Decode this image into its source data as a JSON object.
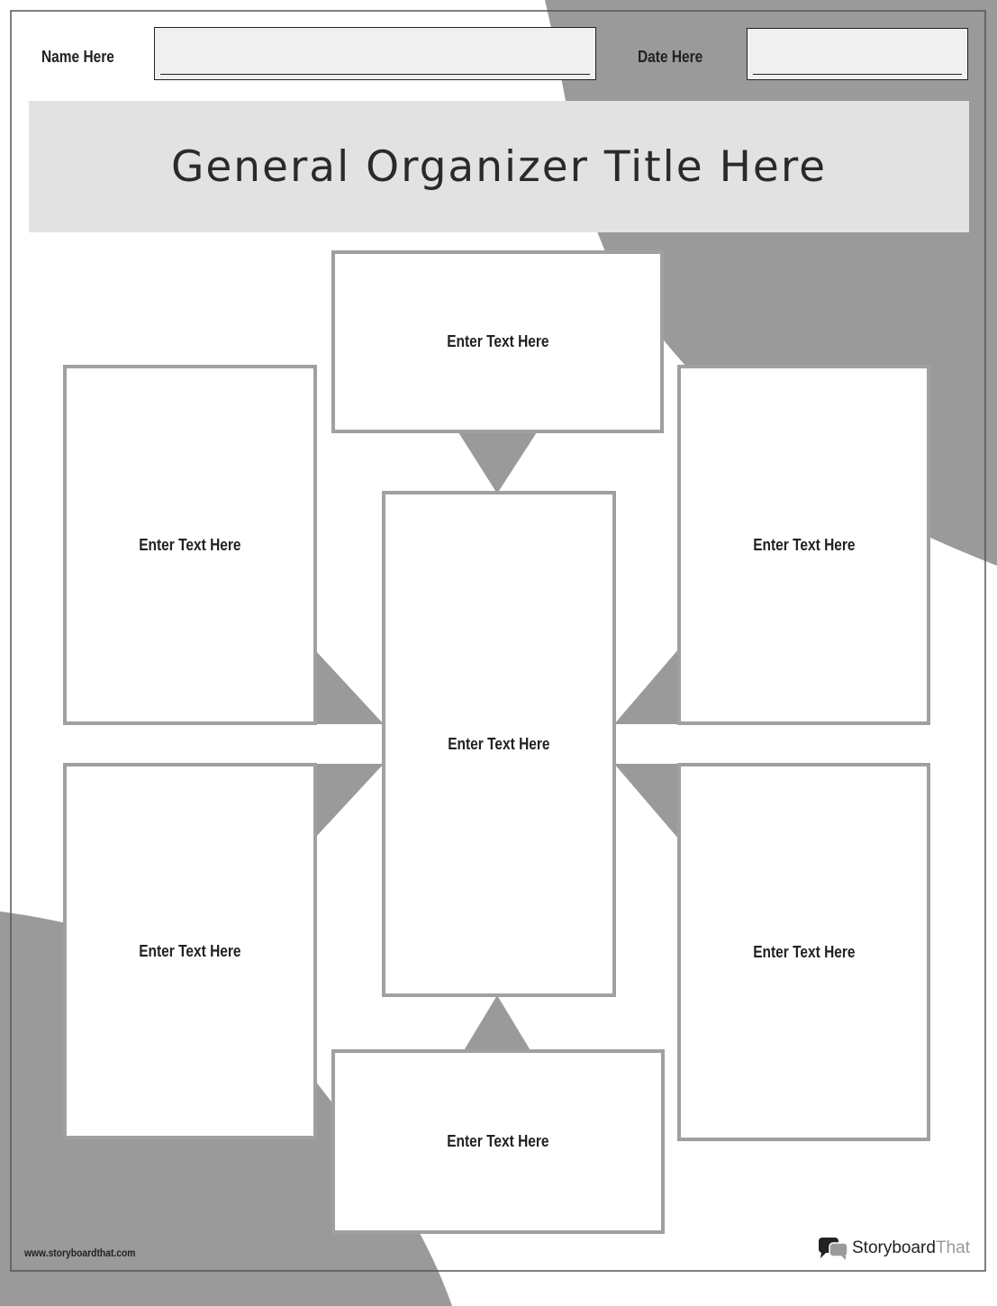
{
  "header": {
    "name_label": "Name Here",
    "date_label": "Date Here"
  },
  "title": "General Organizer Title Here",
  "boxes": {
    "top": "Enter Text Here",
    "upper_left": "Enter Text Here",
    "upper_right": "Enter Text Here",
    "center": "Enter Text Here",
    "lower_left": "Enter Text Here",
    "lower_right": "Enter Text Here",
    "bottom": "Enter Text Here"
  },
  "footer": {
    "url": "www.storyboardthat.com",
    "brand_part1": "Storyboard",
    "brand_part2": "That"
  },
  "colors": {
    "accent_gray": "#9a9a9a",
    "box_border": "#a0a0a0",
    "title_band": "#e2e2e2",
    "text": "#222222"
  }
}
